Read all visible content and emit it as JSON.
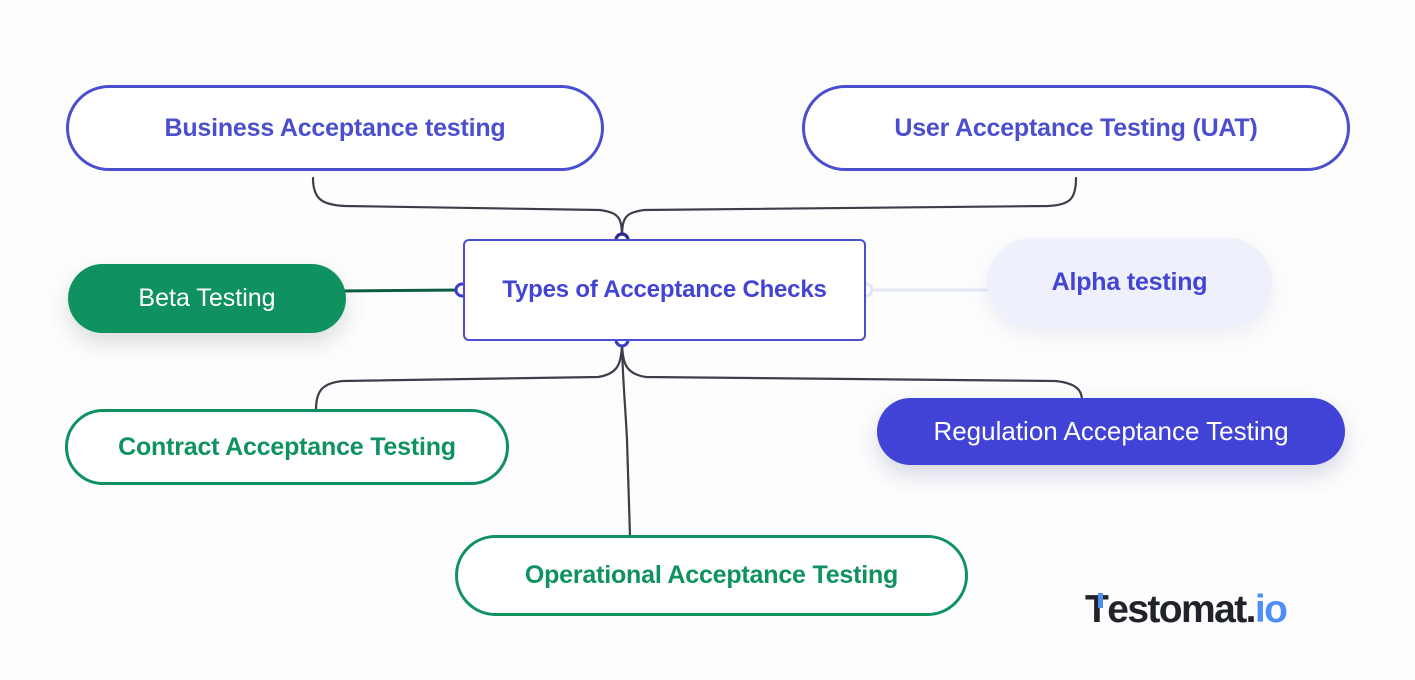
{
  "diagram": {
    "title": "Types of Acceptance Checks",
    "center": {
      "label": "Types of Acceptance Checks",
      "style": "outlined-rectangle-purple"
    },
    "nodes": [
      {
        "id": "business-acceptance-testing",
        "label": "Business Acceptance testing",
        "style": "outlined-pill-purple"
      },
      {
        "id": "user-acceptance-testing",
        "label": "User Acceptance Testing (UAT)",
        "style": "outlined-pill-purple"
      },
      {
        "id": "beta-testing",
        "label": "Beta Testing",
        "style": "solid-pill-green"
      },
      {
        "id": "alpha-testing",
        "label": "Alpha testing",
        "style": "soft-pill-lavender"
      },
      {
        "id": "contract-acceptance-testing",
        "label": "Contract Acceptance Testing",
        "style": "outlined-pill-green"
      },
      {
        "id": "regulation-acceptance-testing",
        "label": "Regulation Acceptance Testing",
        "style": "solid-pill-blue"
      },
      {
        "id": "operational-acceptance-testing",
        "label": "Operational Acceptance Testing",
        "style": "outlined-pill-green"
      }
    ],
    "connections": [
      {
        "from": "center-top",
        "to": "business-acceptance-testing"
      },
      {
        "from": "center-top",
        "to": "user-acceptance-testing"
      },
      {
        "from": "center-left",
        "to": "beta-testing"
      },
      {
        "from": "center-right",
        "to": "alpha-testing"
      },
      {
        "from": "center-bottom",
        "to": "contract-acceptance-testing"
      },
      {
        "from": "center-bottom",
        "to": "operational-acceptance-testing"
      },
      {
        "from": "center-bottom",
        "to": "regulation-acceptance-testing"
      }
    ]
  },
  "logo": {
    "name_main": "T",
    "name_rest": "estomat",
    "name_dot": ".",
    "name_suffix": "io"
  },
  "colors": {
    "purple": "#4b4ecd",
    "purple_text": "#4343d4",
    "green": "#0f9260",
    "blue": "#4043d6",
    "lavender_fill": "#eef0fc",
    "wire_dark": "#3a3f4a",
    "wire_green": "#0c5e3e",
    "wire_lavender": "#e4e7f8",
    "background": "#fdfdfd",
    "logo_dark": "#20232a",
    "logo_blue": "#4f8ef7"
  }
}
